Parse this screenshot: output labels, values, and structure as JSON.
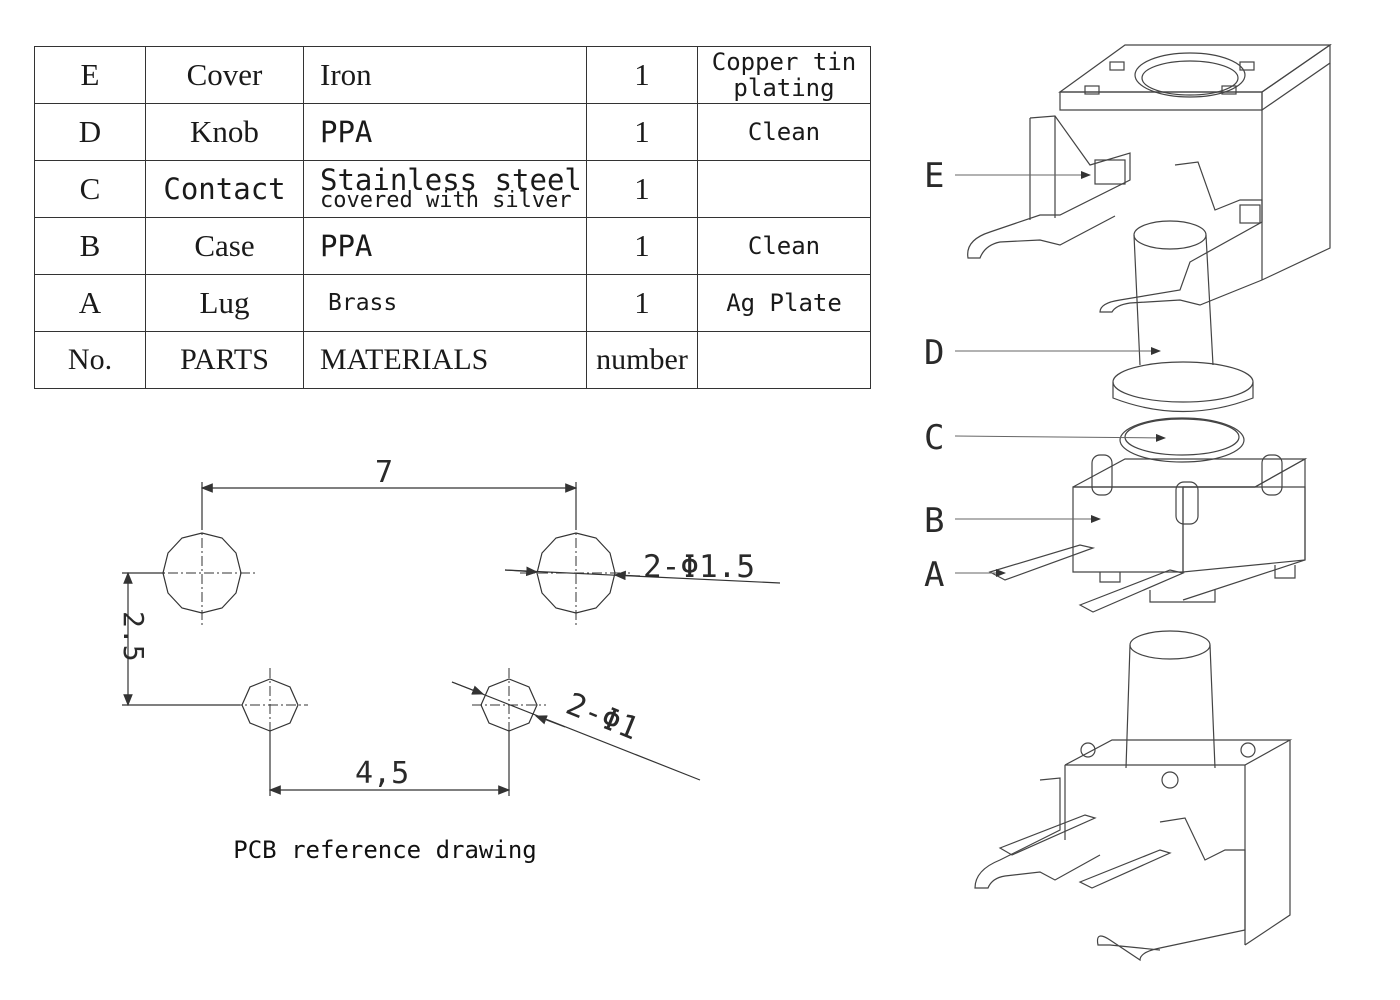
{
  "table": {
    "rows": [
      {
        "no": "E",
        "part": "Cover",
        "material": "Iron",
        "qty": "1",
        "finish": "Copper tin plating"
      },
      {
        "no": "D",
        "part": "Knob",
        "material": "PPA",
        "qty": "1",
        "finish": "Clean"
      },
      {
        "no": "C",
        "part": "Contact",
        "material_main": "Stainless steel",
        "material_sub": "covered with silver",
        "qty": "1",
        "finish": ""
      },
      {
        "no": "B",
        "part": "Case",
        "material": "PPA",
        "qty": "1",
        "finish": "Clean"
      },
      {
        "no": "A",
        "part": "Lug",
        "material": "Brass",
        "qty": "1",
        "finish": "Ag Plate"
      }
    ],
    "header": {
      "no": "No.",
      "part": "PARTS",
      "material": "MATERIALS",
      "qty": "number",
      "finish": ""
    }
  },
  "pcb": {
    "dim_width": "7",
    "dim_height": "2.5",
    "dim_bottom": "4,5",
    "hole_large": "2-Φ1.5",
    "hole_small": "2-Φ1",
    "caption": "PCB reference drawing"
  },
  "exploded": {
    "labels": [
      "E",
      "D",
      "C",
      "B",
      "A"
    ]
  }
}
